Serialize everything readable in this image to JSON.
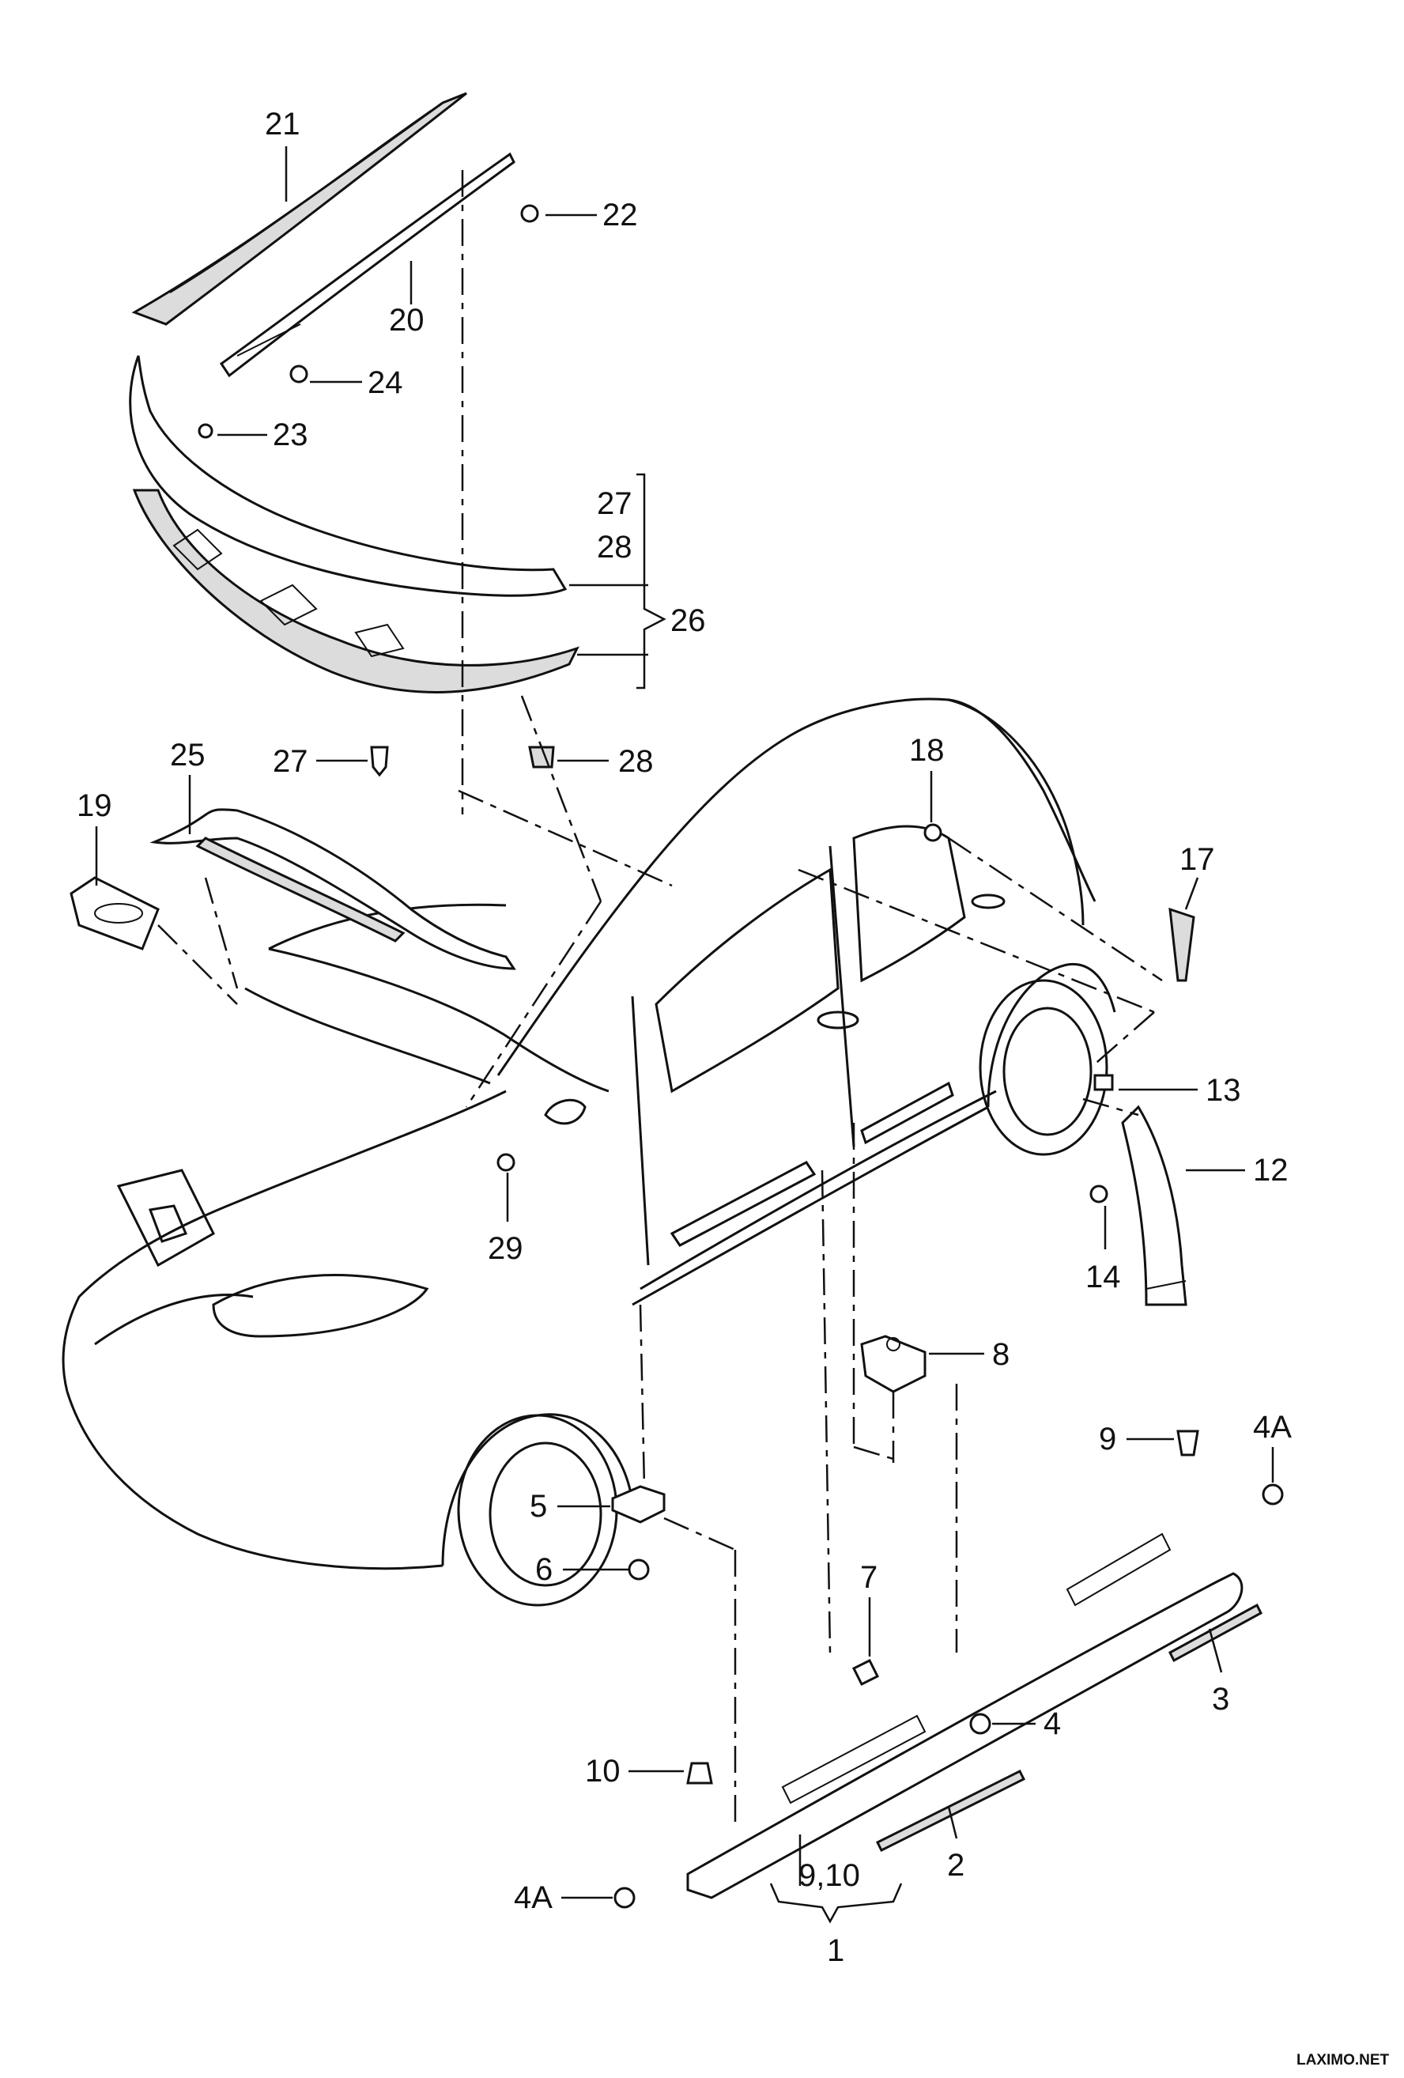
{
  "labels": {
    "l21": "21",
    "l22": "22",
    "l20": "20",
    "l24": "24",
    "l23": "23",
    "l27a": "27",
    "l28a": "28",
    "l26": "26",
    "l27": "27",
    "l28": "28",
    "l25": "25",
    "l19": "19",
    "l18": "18",
    "l17": "17",
    "l13": "13",
    "l12": "12",
    "l14": "14",
    "l29": "29",
    "l8": "8",
    "l9": "9",
    "l4A_right": "4A",
    "l5": "5",
    "l6": "6",
    "l7": "7",
    "l3": "3",
    "l4": "4",
    "l10": "10",
    "l2": "2",
    "l4A_left": "4A",
    "l9_10": "9,10",
    "l1": "1"
  },
  "watermark": "LAXIMO.NET"
}
